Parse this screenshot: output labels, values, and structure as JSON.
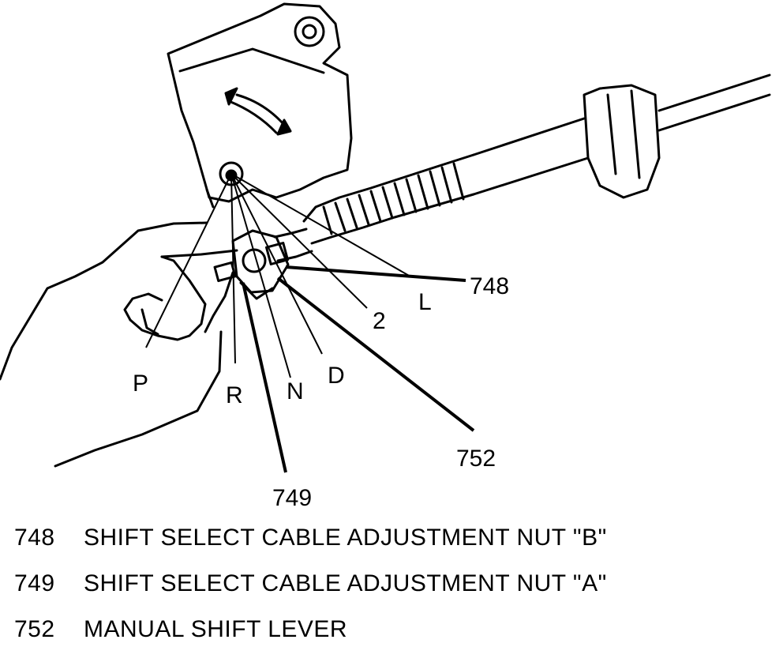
{
  "diagram": {
    "callouts": {
      "c748": "748",
      "c749": "749",
      "c752": "752"
    },
    "positions": {
      "P": "P",
      "R": "R",
      "N": "N",
      "D": "D",
      "two": "2",
      "L": "L"
    }
  },
  "legend": [
    {
      "number": "748",
      "text": "SHIFT SELECT CABLE ADJUSTMENT NUT \"B\""
    },
    {
      "number": "749",
      "text": "SHIFT SELECT CABLE ADJUSTMENT NUT \"A\""
    },
    {
      "number": "752",
      "text": "MANUAL SHIFT LEVER"
    }
  ]
}
